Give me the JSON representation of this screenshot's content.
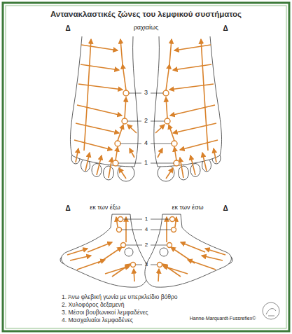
{
  "diagram": {
    "title": "Αντανακλαστικές ζώνες του λεμφικού συστήματος",
    "labels": [
      "Δ",
      "ραχιαίως",
      "Δ",
      "3",
      "2",
      "4",
      "1",
      "Δ",
      "εκ των έξω",
      "εκ των έσω",
      "Δ",
      "1",
      "4",
      "2",
      "3",
      "Hanne-Marquardt-Fussreflex©"
    ],
    "legend": [
      {
        "text": "1. Άνω φλεβική γωνία με υπερκλείδιο βόθρο"
      },
      {
        "text": "2. Χυλοφόρος δεξαμενή"
      },
      {
        "text": "3. Μέσοι βουβωνικοί λεμφαδένες"
      },
      {
        "text": "4. Μασχαλιαίοι λεμφαδένες"
      }
    ]
  }
}
